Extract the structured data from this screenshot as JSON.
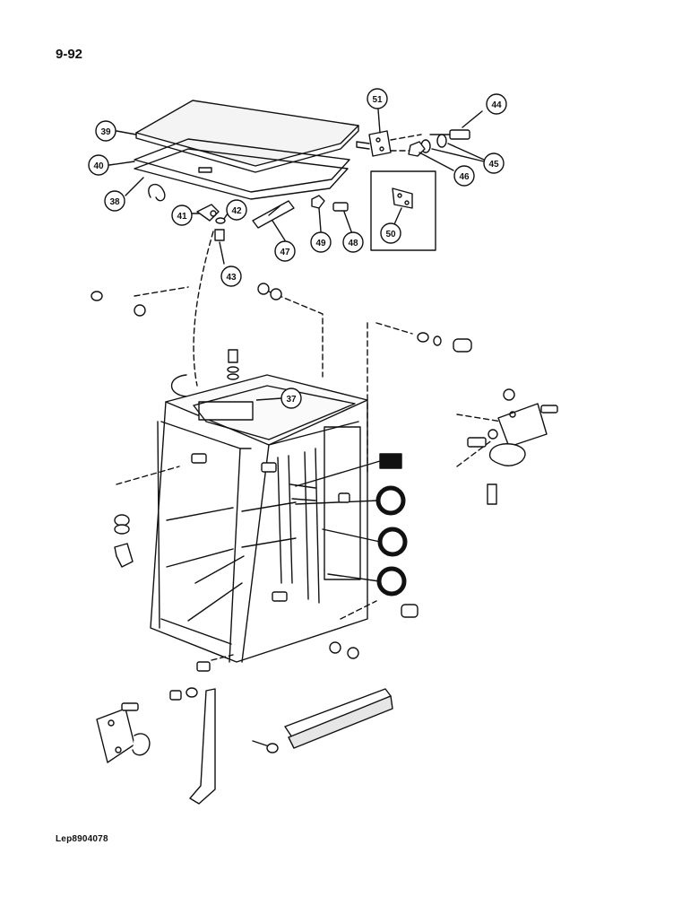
{
  "page": {
    "number": "9-92",
    "ref_code": "Lep8904078"
  },
  "callouts": [
    {
      "id": "c51",
      "label": "51"
    },
    {
      "id": "c44",
      "label": "44"
    },
    {
      "id": "c39",
      "label": "39"
    },
    {
      "id": "c45",
      "label": "45"
    },
    {
      "id": "c40",
      "label": "40"
    },
    {
      "id": "c46",
      "label": "46"
    },
    {
      "id": "c38",
      "label": "38"
    },
    {
      "id": "c41",
      "label": "41"
    },
    {
      "id": "c42",
      "label": "42"
    },
    {
      "id": "c47",
      "label": "47"
    },
    {
      "id": "c49",
      "label": "49"
    },
    {
      "id": "c48",
      "label": "48"
    },
    {
      "id": "c50",
      "label": "50"
    },
    {
      "id": "c43",
      "label": "43"
    },
    {
      "id": "c37",
      "label": "37"
    }
  ]
}
